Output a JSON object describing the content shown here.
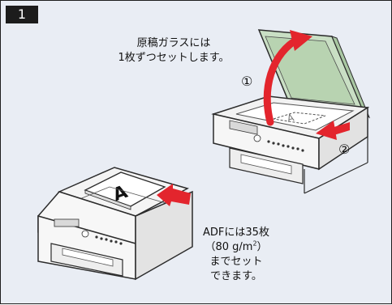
{
  "step": {
    "number": "1"
  },
  "caption_top": {
    "line1": "原稿ガラスには",
    "line2": "1枚ずつセットします。"
  },
  "callouts": {
    "first": "①",
    "second": "②"
  },
  "caption_bottom": {
    "line1": "ADFには35枚",
    "line2_prefix": "（80 g/m",
    "line2_sup": "2",
    "line2_suffix": "）",
    "line3": "までセット",
    "line4": "できます。"
  },
  "colors": {
    "panel_bg": "#e9edf4",
    "lid_green": "#c9dfc4",
    "arrow_red": "#e3252d",
    "badge_bg": "#1c1c1c"
  },
  "icons": [
    "flatbed-scanner-illustration",
    "adf-printer-illustration",
    "curved-arrow-icon",
    "insert-arrow-icon"
  ]
}
